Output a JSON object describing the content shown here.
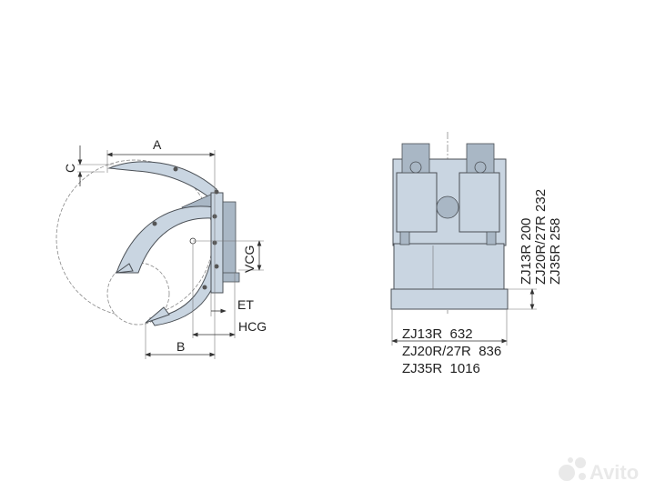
{
  "side_view": {
    "labels": {
      "A": "A",
      "B": "B",
      "C": "C",
      "VCG": "VCG",
      "ET": "ET",
      "HCG": "HCG"
    }
  },
  "front_view": {
    "height_dims": [
      "ZJ13R  200",
      "ZJ20R/27R  232",
      "ZJ35R  258"
    ],
    "width_dims": [
      "ZJ13R  632",
      "ZJ20R/27R  836",
      "ZJ35R  1016"
    ]
  },
  "watermark": {
    "text": "Avito"
  },
  "colors": {
    "body": "#c9d5e1",
    "outline": "#4a4f55"
  }
}
